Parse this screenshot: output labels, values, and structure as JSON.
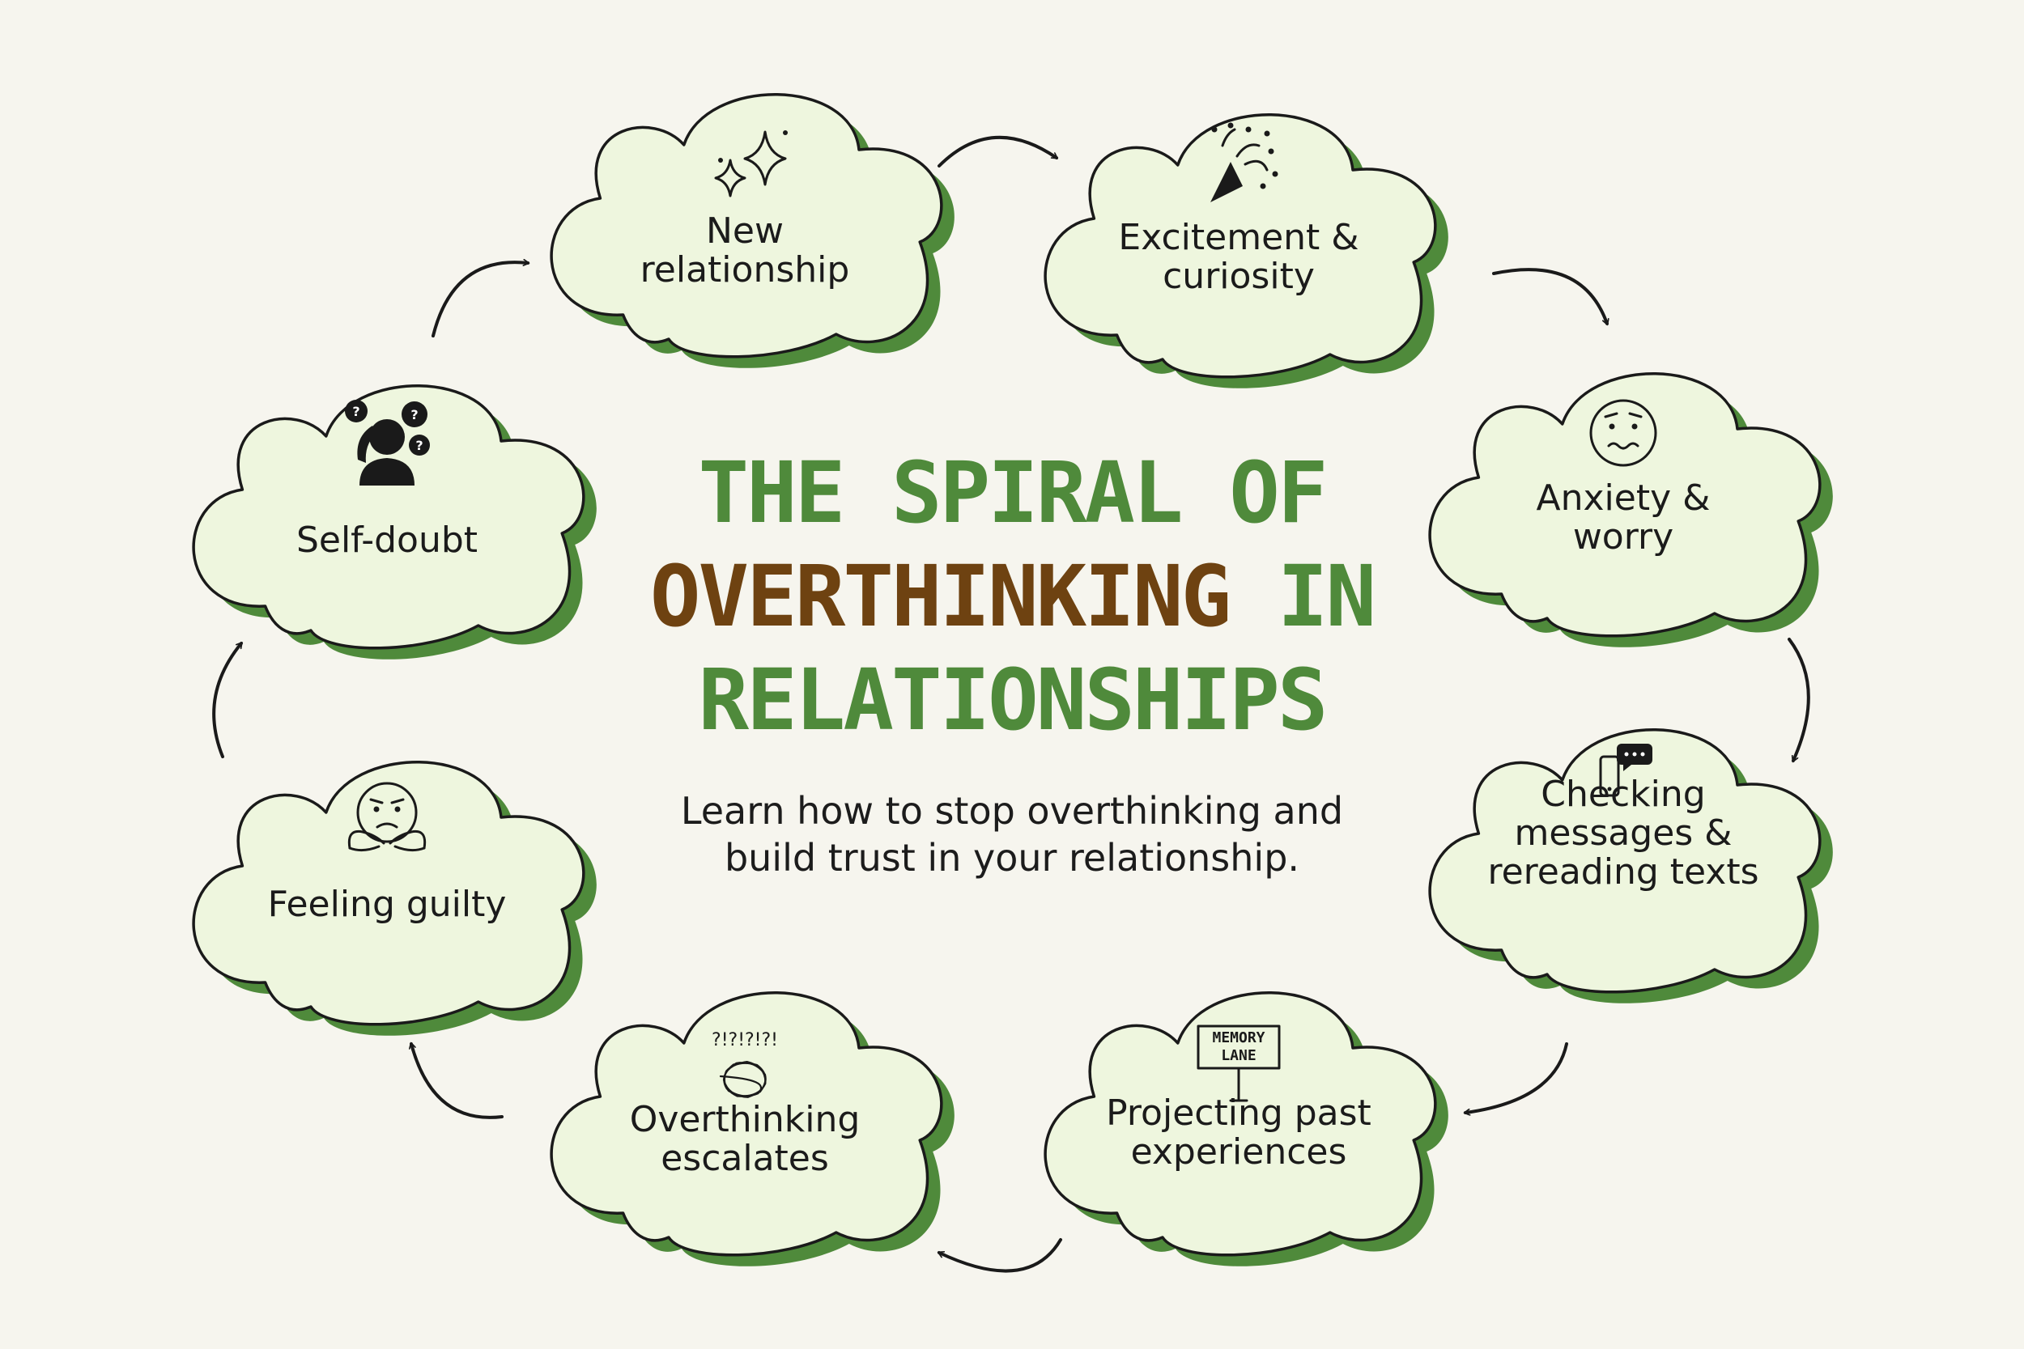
{
  "title": {
    "line1": "THE SPIRAL OF",
    "line2_highlight": "OVERTHINKING",
    "line2_rest": " IN",
    "line3": "RELATIONSHIPS"
  },
  "subtitle": {
    "line1": "Learn how to stop overthinking and",
    "line2": "build trust in your relationship."
  },
  "colors": {
    "background": "#f6f5ee",
    "green": "#4f8a3b",
    "brown": "#6e4211",
    "cloud_fill": "#eef6de",
    "outline": "#1a1a1a"
  },
  "cycle": [
    {
      "id": "new",
      "lines": [
        "New",
        "relationship"
      ],
      "icon": "sparkles-icon"
    },
    {
      "id": "excitement",
      "lines": [
        "Excitement &",
        "curiosity"
      ],
      "icon": "party-popper-icon"
    },
    {
      "id": "anxiety",
      "lines": [
        "Anxiety &",
        "worry"
      ],
      "icon": "worried-face-icon"
    },
    {
      "id": "checking",
      "lines": [
        "Checking",
        "messages &",
        "rereading texts"
      ],
      "icon": "phone-message-icon"
    },
    {
      "id": "projecting",
      "lines": [
        "Projecting past",
        "experiences"
      ],
      "icon": "memory-lane-sign-icon",
      "icon_text": [
        "MEMORY",
        "LANE"
      ]
    },
    {
      "id": "escalates",
      "lines": [
        "Overthinking",
        "escalates"
      ],
      "icon": "tangled-thoughts-icon",
      "icon_text": "?!?!?!?!"
    },
    {
      "id": "guilty",
      "lines": [
        "Feeling guilty"
      ],
      "icon": "guilty-face-icon"
    },
    {
      "id": "selfdoubt",
      "lines": [
        "Self-doubt"
      ],
      "icon": "confused-person-icon"
    }
  ]
}
